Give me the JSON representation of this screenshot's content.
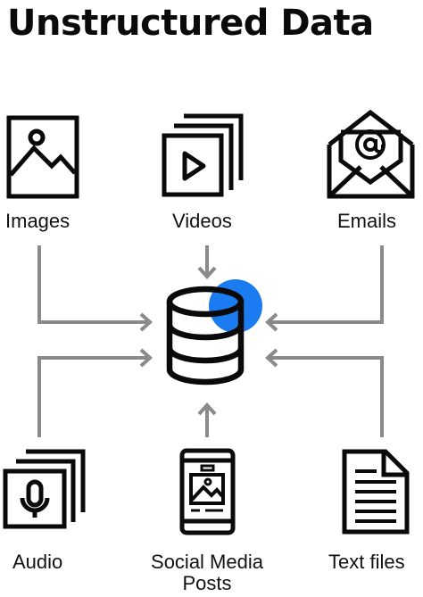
{
  "title": "Unstructured Data",
  "sources": {
    "images": {
      "label": "Images",
      "icon": "image-icon"
    },
    "videos": {
      "label": "Videos",
      "icon": "video-stack-icon"
    },
    "emails": {
      "label": "Emails",
      "icon": "email-icon"
    },
    "audio": {
      "label": "Audio",
      "icon": "audio-stack-icon"
    },
    "social": {
      "label_line1": "Social Media",
      "label_line2": "Posts",
      "icon": "smartphone-post-icon"
    },
    "text": {
      "label": "Text files",
      "icon": "document-icon"
    }
  },
  "hub": {
    "icon": "database-icon"
  },
  "colors": {
    "ink": "#0a0a0a",
    "arrow": "#8a8a8a",
    "accent": "#1a7cf0"
  }
}
